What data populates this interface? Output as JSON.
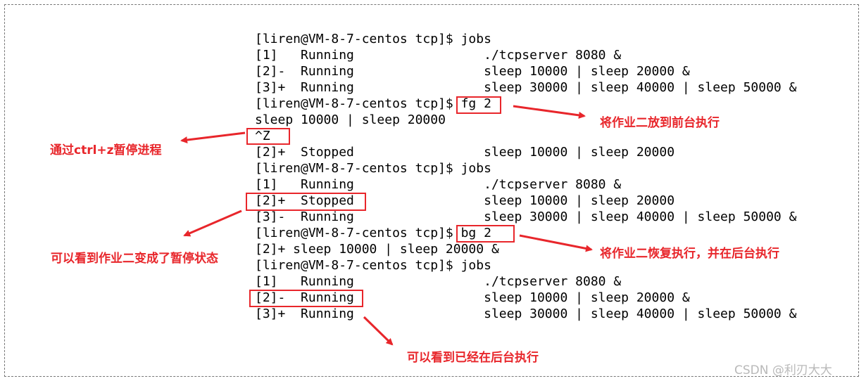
{
  "terminal": {
    "lines": [
      "[liren@VM-8-7-centos tcp]$ jobs",
      "[1]   Running                 ./tcpserver 8080 &",
      "[2]-  Running                 sleep 10000 | sleep 20000 &",
      "[3]+  Running                 sleep 30000 | sleep 40000 | sleep 50000 &",
      "[liren@VM-8-7-centos tcp]$ fg 2",
      "sleep 10000 | sleep 20000",
      "^Z",
      "[2]+  Stopped                 sleep 10000 | sleep 20000",
      "[liren@VM-8-7-centos tcp]$ jobs",
      "[1]   Running                 ./tcpserver 8080 &",
      "[2]+  Stopped                 sleep 10000 | sleep 20000",
      "[3]-  Running                 sleep 30000 | sleep 40000 | sleep 50000 &",
      "[liren@VM-8-7-centos tcp]$ bg 2",
      "[2]+ sleep 10000 | sleep 20000 &",
      "[liren@VM-8-7-centos tcp]$ jobs",
      "[1]   Running                 ./tcpserver 8080 &",
      "[2]-  Running                 sleep 10000 | sleep 20000 &",
      "[3]+  Running                 sleep 30000 | sleep 40000 | sleep 50000 &"
    ]
  },
  "annotations": {
    "fg": "将作业二放到前台执行",
    "ctrlz": "通过ctrl+z暂停进程",
    "stopped": "可以看到作业二变成了暂停状态",
    "bg": "将作业二恢复执行，并在后台执行",
    "background": "可以看到已经在后台执行"
  },
  "watermark": "CSDN @利刃大大",
  "colors": {
    "annotation": "#e8262b",
    "text": "#000000",
    "border": "#777777"
  }
}
